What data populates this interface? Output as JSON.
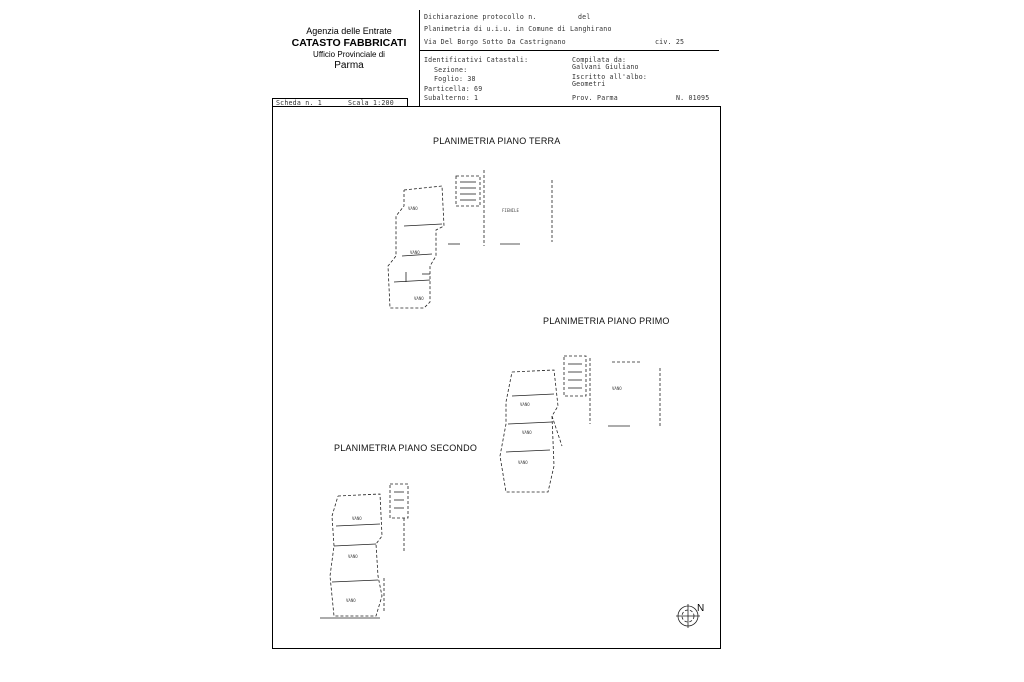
{
  "header": {
    "agency_line1": "Agenzia delle Entrate",
    "agency_line2": "CATASTO FABBRICATI",
    "agency_line3": "Ufficio Provinciale di",
    "agency_line4": "Parma"
  },
  "info_box": {
    "row1_left": "Dichiarazione protocollo n.",
    "row1_right": "del",
    "row2": "Planimetria di u.i.u. in Comune di Langhirano",
    "row3_left": "Via Del Borgo Sotto Da Castrignano",
    "row3_right": "civ. 25",
    "identifiers_title": "Identificativi Catastali:",
    "sezione": "Sezione:",
    "foglio": "Foglio: 38",
    "particella": "Particella: 69",
    "subalterno": "Subalterno: 1",
    "compilata_da": "Compilata da:",
    "compilata_nome": "Galvani Giuliano",
    "iscritto": "Iscritto all'albo:",
    "iscritto_val": "Geometri",
    "prov": "Prov. Parma",
    "numero": "N. 01095"
  },
  "sheet_tab": {
    "scheda": "Scheda n. 1",
    "scala": "Scala 1:200"
  },
  "plans": {
    "ground": "PLANIMETRIA PIANO TERRA",
    "first": "PLANIMETRIA PIANO PRIMO",
    "second": "PLANIMETRIA PIANO SECONDO"
  },
  "compass": {
    "north": "N"
  }
}
